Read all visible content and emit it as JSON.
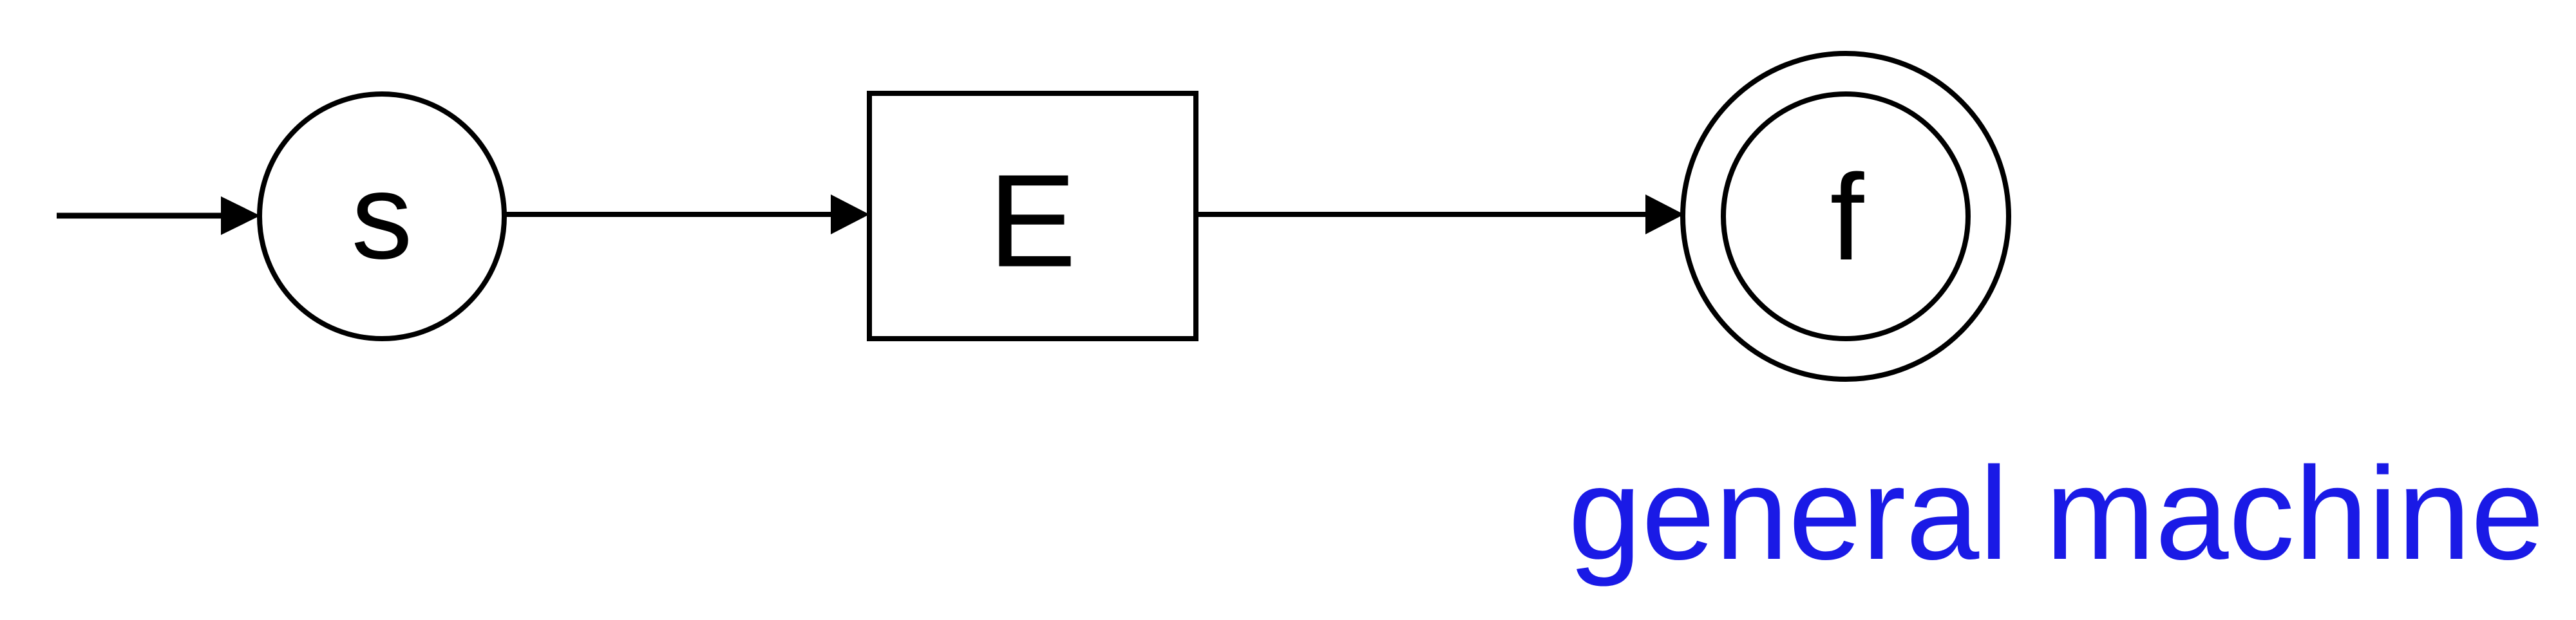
{
  "diagram": {
    "nodes": {
      "start": {
        "label": "s",
        "shape": "circle"
      },
      "middle": {
        "label": "E",
        "shape": "rectangle"
      },
      "final": {
        "label": "f",
        "shape": "double-circle"
      }
    },
    "edges": [
      {
        "from": "entry",
        "to": "start"
      },
      {
        "from": "start",
        "to": "middle"
      },
      {
        "from": "middle",
        "to": "final"
      }
    ],
    "caption": "general machine"
  },
  "colors": {
    "stroke": "#000000",
    "caption": "#1a1ae6",
    "background": "#ffffff"
  }
}
